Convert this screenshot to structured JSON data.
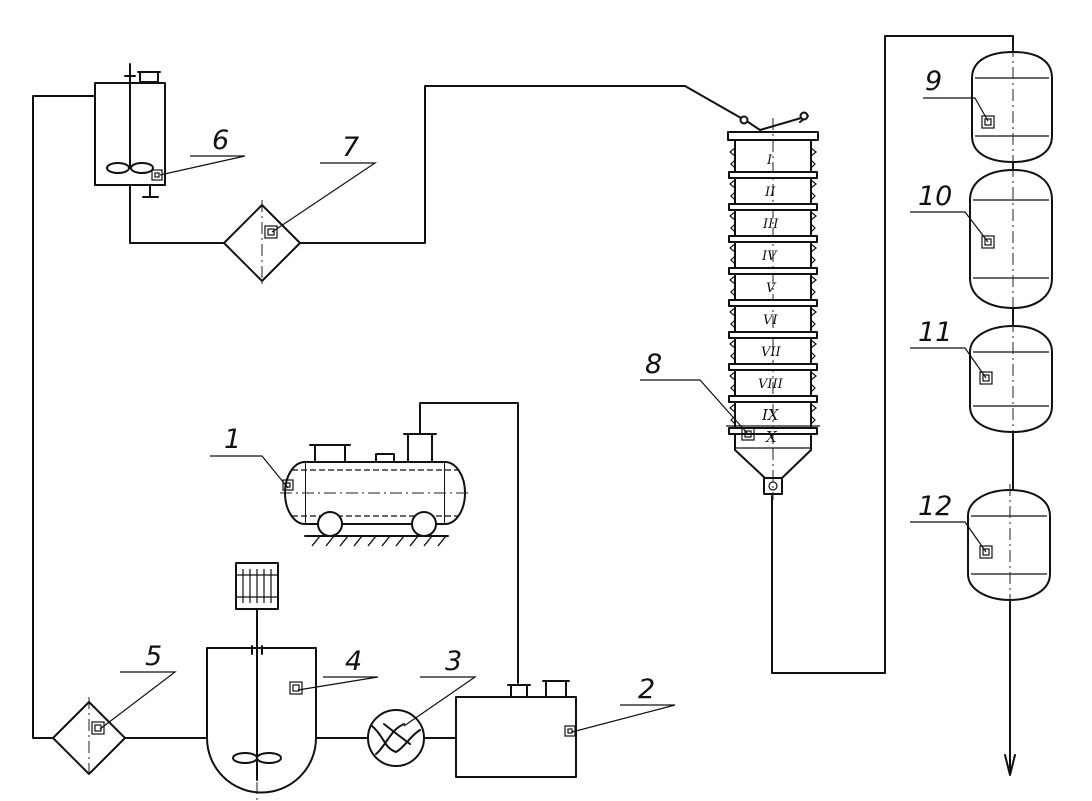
{
  "diagram": {
    "callouts": [
      "1",
      "2",
      "3",
      "4",
      "5",
      "6",
      "7",
      "8",
      "9",
      "10",
      "11",
      "12"
    ],
    "stages": [
      "I",
      "II",
      "III",
      "IV",
      "V",
      "VI",
      "VII",
      "VIII",
      "IX",
      "X"
    ]
  }
}
